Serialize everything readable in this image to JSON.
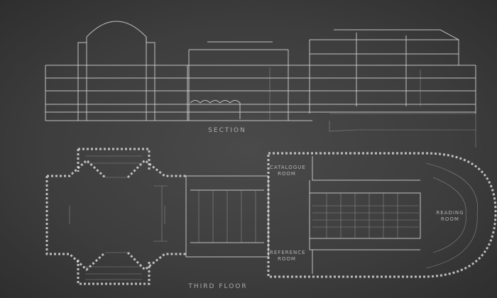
{
  "section_caption": "SECTION",
  "plan_caption": "THIRD FLOOR",
  "rooms": {
    "catalogue": [
      "CATALOGUE",
      "ROOM"
    ],
    "reference": [
      "REFERENCE",
      "ROOM"
    ],
    "reading": [
      "READING",
      "ROOM"
    ]
  }
}
